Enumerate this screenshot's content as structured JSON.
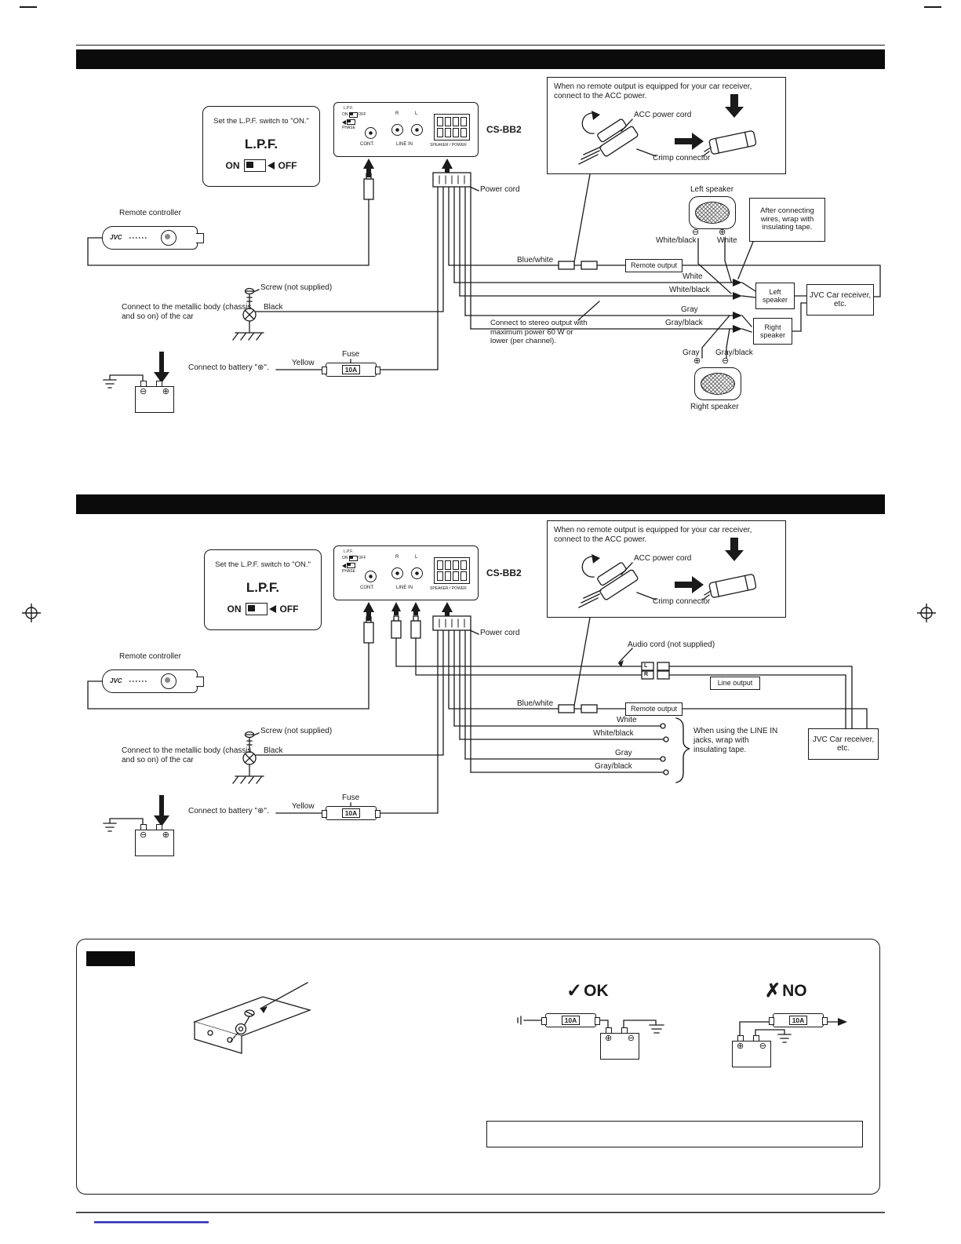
{
  "shared": {
    "lpf_instruction": "Set the L.P.F. switch to \"ON.\"",
    "lpf_title": "L.P.F.",
    "on": "ON",
    "off": "OFF",
    "amp": {
      "lpf": "L.P.F.",
      "on": "ON",
      "off": "OFF",
      "phase": "PHASE",
      "cont": "CONT.",
      "r": "R",
      "l": "L",
      "line_in": "LINE IN",
      "speaker_power": "SPEAKER / POWER",
      "model": "CS-BB2"
    },
    "power_cord": "Power cord",
    "acc_note": "When no remote output is equipped for your car receiver, connect to the ACC power.",
    "acc_power_cord": "ACC power cord",
    "crimp_connector": "Crimp connector",
    "remote_controller": "Remote controller",
    "jvc": "JVC",
    "blue_white": "Blue/white",
    "remote_output": "Remote output",
    "white": "White",
    "white_black": "White/black",
    "gray": "Gray",
    "gray_black": "Gray/black",
    "receiver": "JVC Car receiver, etc.",
    "screw": "Screw (not supplied)",
    "black": "Black",
    "metallic": "Connect to the metallic body (chassis and so on) of the car",
    "fuse": "Fuse",
    "fuse_rating": "10A",
    "yellow": "Yellow",
    "battery_note": "Connect to battery \"⊕\".",
    "plus": "⊕",
    "minus": "⊖"
  },
  "diagram1": {
    "left_speaker": "Left speaker",
    "right_speaker": "Right speaker",
    "insulate_note": "After connecting wires, wrap with insulating tape.",
    "left_speaker_box": "Left speaker",
    "right_speaker_box": "Right speaker",
    "stereo_note": "Connect to stereo output with maximum power 60 W or lower (per channel)."
  },
  "diagram2": {
    "audio_cord": "Audio cord (not supplied)",
    "line_output": "Line output",
    "line_in_note": "When using the LINE IN jacks, wrap with insulating tape.",
    "rca_l": "L",
    "rca_r": "R"
  },
  "caution": {
    "check": "✓",
    "ok": "OK",
    "cross": "✗",
    "no": "NO",
    "fuse_rating": "10A"
  }
}
